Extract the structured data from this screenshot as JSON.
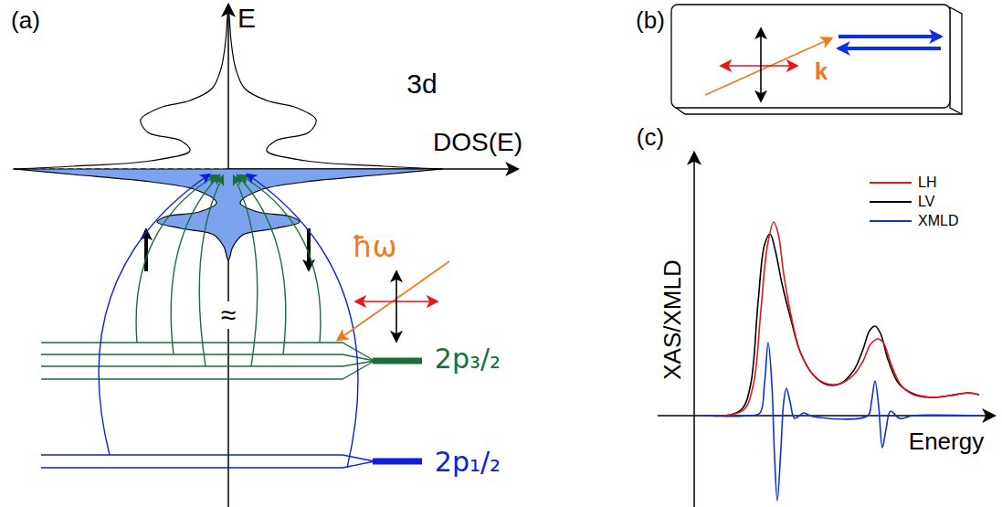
{
  "diagram": {
    "labels": [
      "(a)",
      "E",
      "3d",
      "DOS(E)",
      "ħω",
      "≈",
      "2p₃/₂",
      "2p₁/₂",
      "(b)",
      "k",
      "(c)",
      "XAS/XMLD",
      "Energy"
    ],
    "legend": [
      {
        "text": "LH"
      },
      {
        "text": "LV"
      },
      {
        "text": "XMLD"
      }
    ]
  }
}
